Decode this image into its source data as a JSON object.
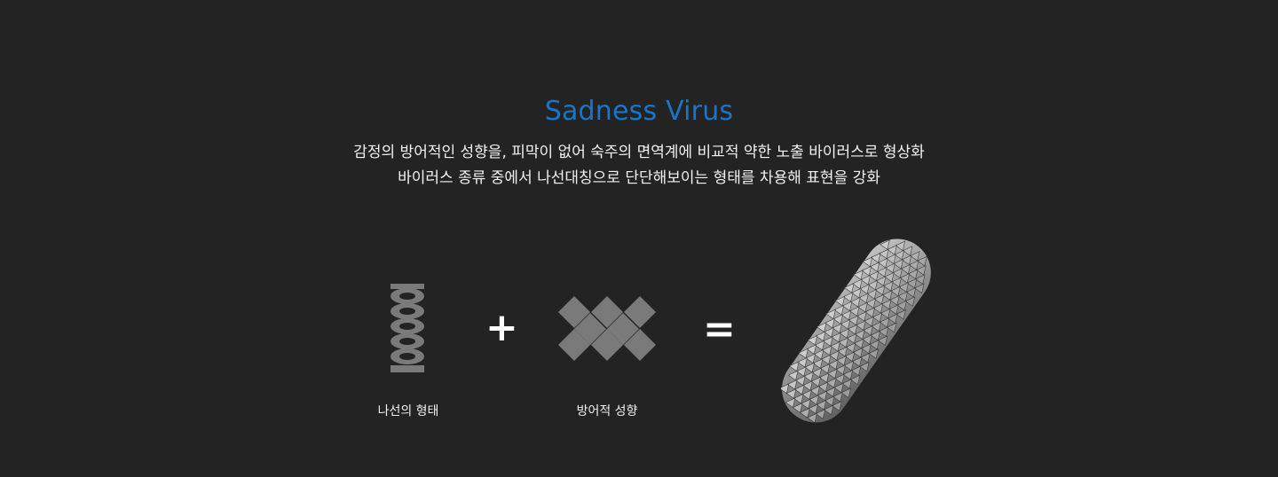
{
  "title": "Sadness Virus",
  "title_color": "#1a75c9",
  "description": [
    "감정의 방어적인 성향을, 피막이 없어 숙주의 면역계에 비교적 약한 노출 바이러스로 형상화",
    "바이러스 종류 중에서 나선대칭으로 단단해보이는 형태를 차용해 표현을 강화"
  ],
  "elements": [
    {
      "icon": "helix-icon",
      "caption": "나선의 형태"
    },
    {
      "operator": "+"
    },
    {
      "icon": "diamond-pattern-icon",
      "caption": "방어적 성향"
    },
    {
      "operator": "="
    },
    {
      "icon": "spiky-virus-icon"
    }
  ],
  "colors": {
    "background": "#232323",
    "shape": "#7a7a7a"
  }
}
